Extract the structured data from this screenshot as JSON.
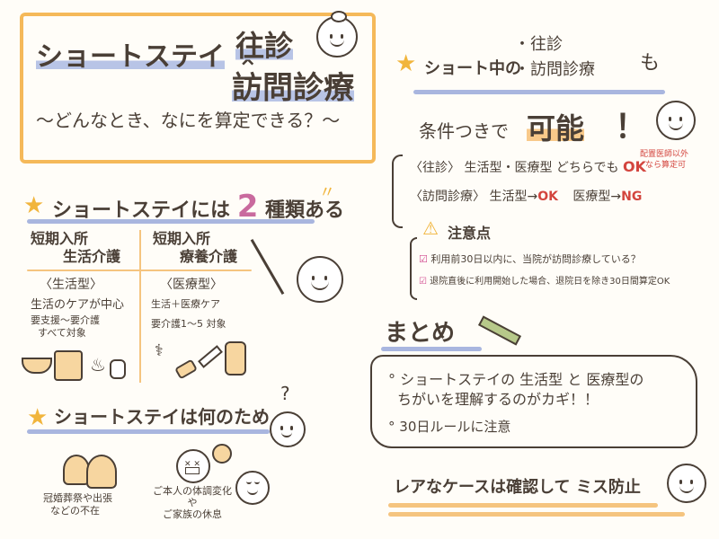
{
  "title": {
    "line1_a": "ショートステイ",
    "times": "×",
    "line1_b": "往診",
    "line2": "訪問診療",
    "subtitle": "〜どんなとき、なにを算定できる？〜"
  },
  "section_types": {
    "heading_prefix": "ショートステイには",
    "heading_num": "2",
    "heading_suffix": "種類ある",
    "life": {
      "name_l1": "短期入所",
      "name_l2": "生活介護",
      "type": "〈生活型〉",
      "desc": "生活のケアが中心",
      "target_l1": "要支援〜要介護",
      "target_l2": "すべて対象"
    },
    "medical": {
      "name_l1": "短期入所",
      "name_l2": "療養介護",
      "type": "〈医療型〉",
      "desc": "生活＋医療ケア",
      "target": "要介護1〜5 対象"
    }
  },
  "section_purpose": {
    "heading": "ショートステイは何のため",
    "left_l1": "冠婚葬祭や出張",
    "left_l2": "などの不在",
    "right_l1": "ご本人の体調変化",
    "right_l2": "や",
    "right_l3": "ご家族の休息"
  },
  "section_visit": {
    "heading_prefix": "ショート中の",
    "item1": "・往診",
    "item2": "・訪問診療",
    "heading_suffix": "も",
    "possible_prefix": "条件つきで",
    "possible": "可能",
    "exclaim": "！",
    "oushin_label": "〈往診〉",
    "oushin_text": "生活型・医療型 どちらでも",
    "oushin_ok": "OK",
    "note_l1": "配置医師以外",
    "note_l2": "なら算定可",
    "houmon_label": "〈訪問診療〉",
    "houmon_life": "生活型→",
    "houmon_ok": "OK",
    "houmon_med": "医療型→",
    "houmon_ng": "NG"
  },
  "section_caution": {
    "heading": "注意点",
    "item1": "利用前30日以内に、当院が訪問診療している？",
    "item2": "退院直後に利用開始した場合、退院日を除き30日間算定OK"
  },
  "section_summary": {
    "heading": "まとめ",
    "point1_l1": "ショートステイの 生活型 と 医療型の",
    "point1_l2": "ちがいを理解するのがカギ！！",
    "point2": "30日ルールに注意",
    "closing": "レアなケースは確認して ミス防止"
  },
  "colors": {
    "orange": "#f5b95a",
    "blue": "#a9b6df",
    "pink_check": "#d24a8f",
    "red": "#d3453e",
    "ink": "#4a3f36"
  }
}
